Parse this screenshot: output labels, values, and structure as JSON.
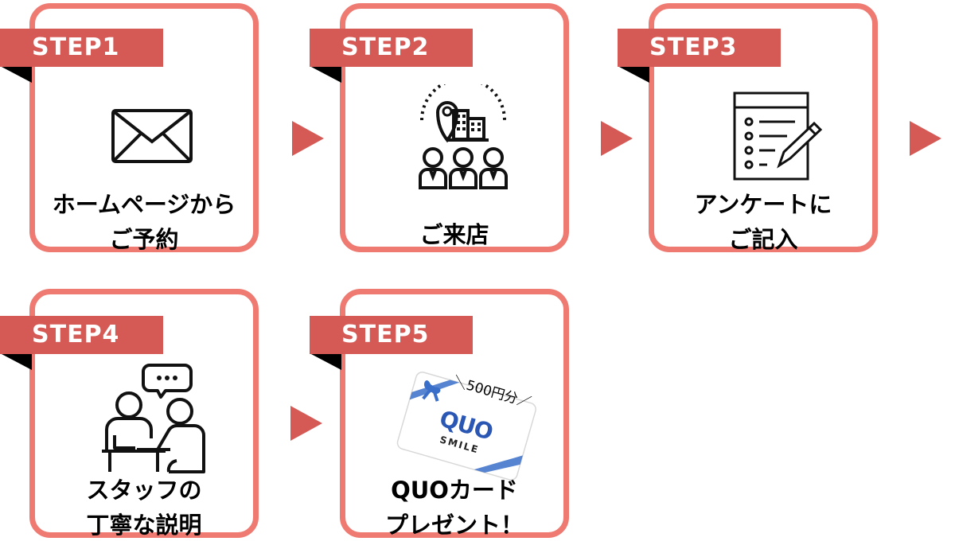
{
  "steps": [
    {
      "badge": "STEP1",
      "line1": "ホームページから",
      "line2": "ご予約",
      "icon": "envelope-icon"
    },
    {
      "badge": "STEP2",
      "line1": "ご来店",
      "line2": "",
      "icon": "store-visit-icon"
    },
    {
      "badge": "STEP3",
      "line1": "アンケートに",
      "line2": "ご記入",
      "icon": "survey-form-icon"
    },
    {
      "badge": "STEP4",
      "line1": "スタッフの",
      "line2": "丁寧な説明",
      "icon": "consultation-icon"
    },
    {
      "badge": "STEP5",
      "line1": "QUOカード",
      "line2": "プレゼント！",
      "icon": "quo-card-icon"
    }
  ],
  "quo_card": {
    "amount_label": "＼500円分／",
    "brand": "QUO",
    "sub": "SMILE"
  },
  "colors": {
    "border": "#ee7a72",
    "ribbon": "#d55a56",
    "fold": "#000000",
    "ribbon_blue": "#3a6fc9"
  }
}
